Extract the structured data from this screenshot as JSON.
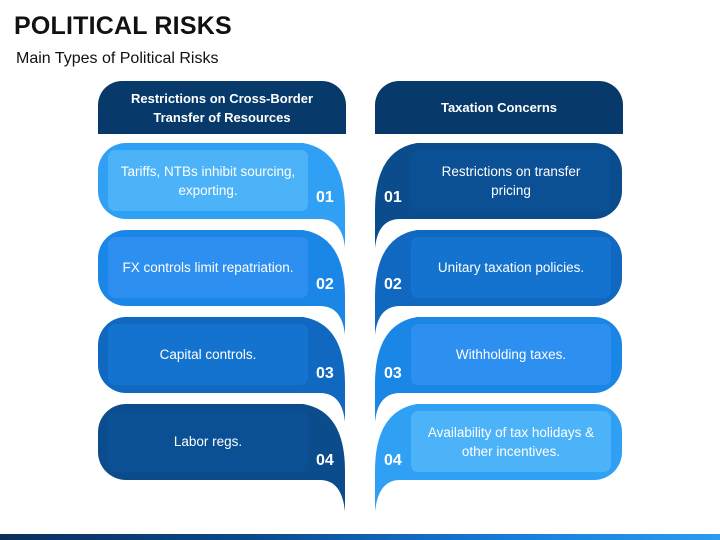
{
  "title": "POLITICAL RISKS",
  "subtitle": "Main Types of Political Risks",
  "columns": [
    {
      "header": "Restrictions on Cross-Border\nTransfer of Resources",
      "items": [
        {
          "number": "01",
          "text": "Tariffs, NTBs inhibit sourcing, exporting."
        },
        {
          "number": "02",
          "text": "FX controls limit repatriation."
        },
        {
          "number": "03",
          "text": "Capital controls."
        },
        {
          "number": "04",
          "text": "Labor regs."
        }
      ]
    },
    {
      "header": "Taxation Concerns",
      "items": [
        {
          "number": "01",
          "text": "Restrictions on transfer pricing"
        },
        {
          "number": "02",
          "text": "Unitary taxation policies."
        },
        {
          "number": "03",
          "text": "Withholding taxes."
        },
        {
          "number": "04",
          "text": "Availability of tax holidays & other incentives."
        }
      ]
    }
  ],
  "colors": {
    "dark_navy": "#073a6b",
    "navy": "#0b4d8c",
    "mid_blue": "#1168c0",
    "blue": "#1a86e6",
    "light_blue": "#2fa0f4",
    "inner_light": "#4db3f8",
    "inner_blue": "#2d8ff0",
    "inner_mid": "#1573d0",
    "inner_dark": "#0b4f94"
  }
}
